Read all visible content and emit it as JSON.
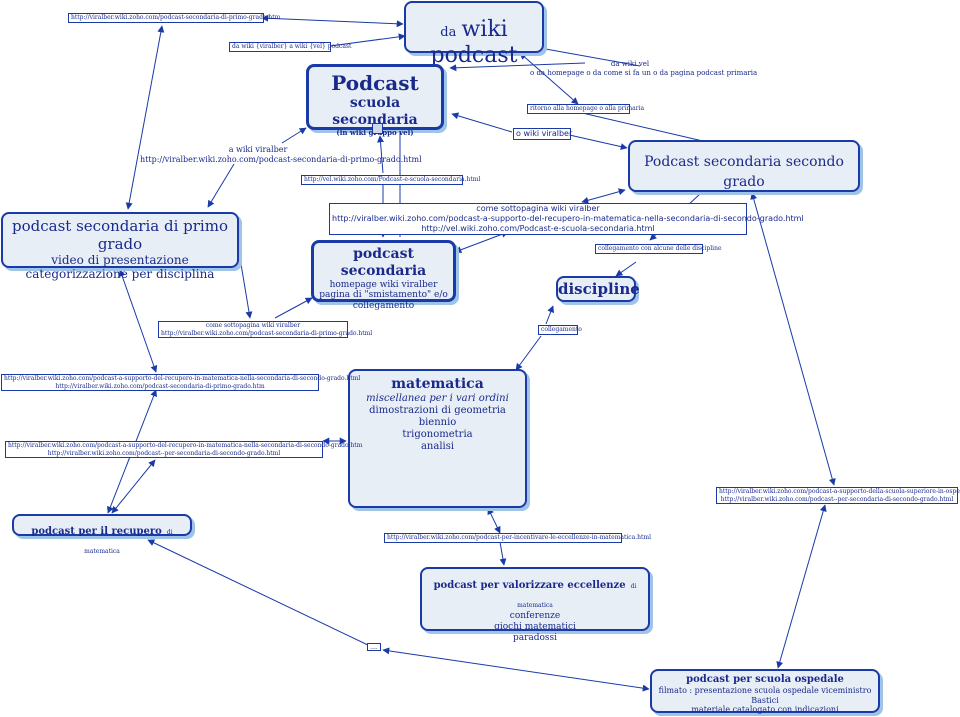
{
  "nodes": {
    "wiki_podcast": {
      "prefix": "da",
      "title": "wiki podcast"
    },
    "podcast_main": {
      "title": "Podcast",
      "subtitle": "scuola secondaria",
      "note": "(in wiki  gruppo vel)"
    },
    "secondo_grado": {
      "title": "Podcast secondaria secondo grado"
    },
    "primo_grado": {
      "title": "podcast secondaria di primo grado",
      "line1": "video di presentazione",
      "line2": "categorizzazione per disciplina"
    },
    "podcast_secondaria": {
      "title": "podcast secondaria",
      "line1": "homepage wiki viralber",
      "line2": "pagina di \"smistamento\" e/o",
      "line3": "collegamento"
    },
    "discipline": {
      "title": "discipline"
    },
    "matematica": {
      "title": "matematica",
      "line1": "miscellanea per i vari ordini",
      "line2": "dimostrazioni di geometria biennio",
      "line3": "trigonometria",
      "line4": "analisi"
    },
    "recupero": {
      "title": "podcast per il recupero",
      "suffix": "di matematica"
    },
    "eccellenze": {
      "title": "podcast per valorizzare eccellenze",
      "suffix": "di matematica",
      "line1": "conferenze",
      "line2": "giochi matematici",
      "line3": "paradossi"
    },
    "ospedale": {
      "title": "podcast per scuola ospedale",
      "line1": "filmato : presentazione scuola ospedale viceministro Bastici",
      "line2": "materiale catalogato con indicazioni"
    }
  },
  "links": {
    "top_url": "http://viralber.wiki.zoho.com/podcast-secondaria-di-primo-grado.htm",
    "da_wiki_viralber": "da wiki {viralber} a wiki {vel} podcast",
    "da_wiki_vel_1": "da wiki vel",
    "da_wiki_vel_2": "o da homepage o da come si fa un  o da pagina podcast primaria",
    "ritorno": "ritorno alla homepage o alla primaria",
    "a_wiki_viralber_1": "a wiki viralber",
    "a_wiki_viralber_2": "http://viralber.wiki.zoho.com/podcast-secondaria-di-primo-grado.html",
    "o_wiki_viralber": "o wiki viralber",
    "vel_url": "http://vel.wiki.zoho.com/Podcast-e-scuola-secondaria.html",
    "sottopagina_1": "come sottopagina wiki viralber",
    "sottopagina_2": "http://viralber.wiki.zoho.com/podcast-a-supporto-del-recupero-in-matematica-nella-secondaria-di-secondo-grado.html",
    "sottopagina_3": "http://vel.wiki.zoho.com/Podcast-e-scuola-secondaria.html",
    "collegamento_alcune": "collegamento con alcune delle discipline",
    "sottopagina_primo_1": "come sottopagina  wiki viralber",
    "sottopagina_primo_2": "http://viralber.wiki.zoho.com/podcast-secondaria-di-primo-grado.html",
    "collegamento": "collegamento",
    "recupero_url_a1": "http://viralber.wiki.zoho.com/podcast-a-supporto-del-recupero-in-matematica-nella-secondaria-di-secondo-grado.html",
    "recupero_url_a2": "http://viralber.wiki.zoho.com/podcast-secondaria-di-primo-grado.htm",
    "recupero_url_b1": "http://viralber.wiki.zoho.com/podcast-a-supporto-del-recupero-in-matematica-nella-secondaria-di-secondo-grado.htm",
    "recupero_url_b2": "http://viralber.wiki.zoho.com/podcast--per-secondaria-di-secondo-grado.html",
    "ospedale_url_1": "http://viralber.wiki.zoho.com/podcast-a-supporto-della-scuola-superiore-in-ospedale.html",
    "ospedale_url_2": "http://viralber.wiki.zoho.com/podcast--per-secondaria-di-secondo-grado.html",
    "eccellenze_url": "http://viralber.wiki.zoho.com/podcast-per-incentivare-le-eccellenze-in-matematica.html",
    "small_box": "...."
  }
}
